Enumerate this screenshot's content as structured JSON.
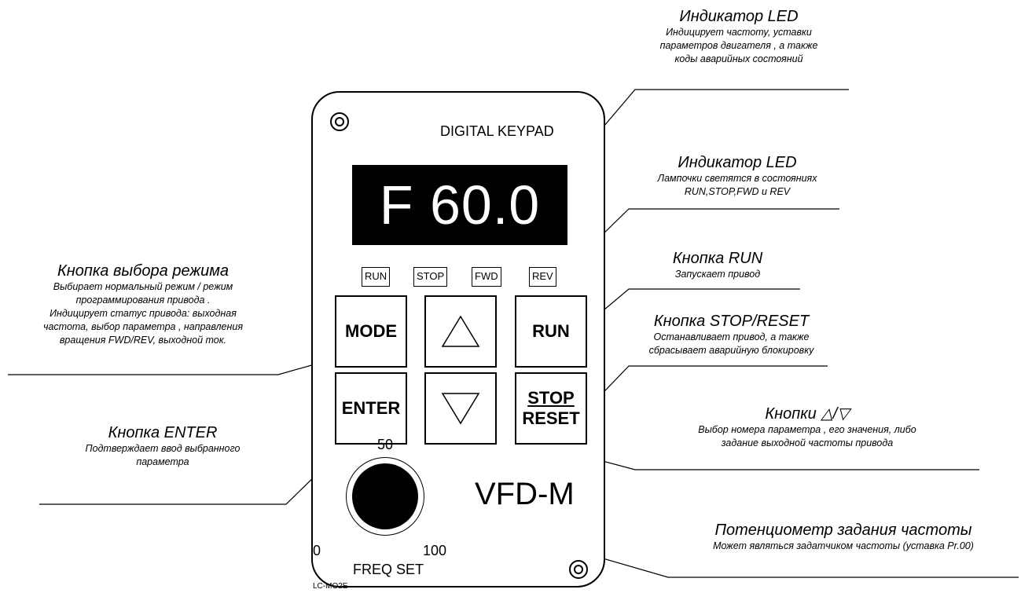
{
  "keypad": {
    "title": "DIGITAL KEYPAD",
    "display": "F 60.0",
    "indicators": [
      "RUN",
      "STOP",
      "FWD",
      "REV"
    ],
    "buttons": {
      "mode": "MODE",
      "up_icon": "up-triangle",
      "run": "RUN",
      "enter": "ENTER",
      "down_icon": "down-triangle",
      "stop": "STOP",
      "reset": "RESET"
    },
    "model": "VFD-M",
    "dial": {
      "label_min": "0",
      "label_mid": "50",
      "label_max": "100",
      "caption": "FREQ SET"
    },
    "code": "LC-MO2E"
  },
  "annotations": {
    "led_display": {
      "title": "Индикатор LED",
      "lines": [
        "Индицирует частоту, уставки",
        "параметров двигателя , а также",
        "коды аварийных состояний"
      ]
    },
    "led_lamps": {
      "title": "Индикатор LED",
      "lines": [
        "Лампочки светятся в состояниях",
        "RUN,STOP,FWD и REV"
      ]
    },
    "run_button": {
      "title": "Кнопка RUN",
      "lines": [
        "Запускает привод"
      ]
    },
    "stop_button": {
      "title": "Кнопка STOP/RESET",
      "lines": [
        "Останавливает привод, а также",
        "сбрасывает аварийную блокировку"
      ]
    },
    "arrow_buttons": {
      "title": "Кнопки △/▽",
      "lines": [
        "Выбор номера параметра , его значения, либо",
        "задание выходной частоты привода"
      ]
    },
    "mode_button": {
      "title": "Кнопка выбора режима",
      "lines": [
        "Выбирает нормальный режим  / режим",
        "программирования привода .",
        "Индицирует статус привода: выходная",
        "частота, выбор параметра , направления",
        "вращения FWD/REV, выходной ток."
      ]
    },
    "enter_button": {
      "title": "Кнопка ENTER",
      "lines": [
        "Подтверждает ввод выбранного",
        "параметра"
      ]
    },
    "pot": {
      "title": "Потенциометр задания частоты",
      "lines": [
        "Может являться задатчиком частоты (уставка Pr.00)"
      ]
    }
  }
}
